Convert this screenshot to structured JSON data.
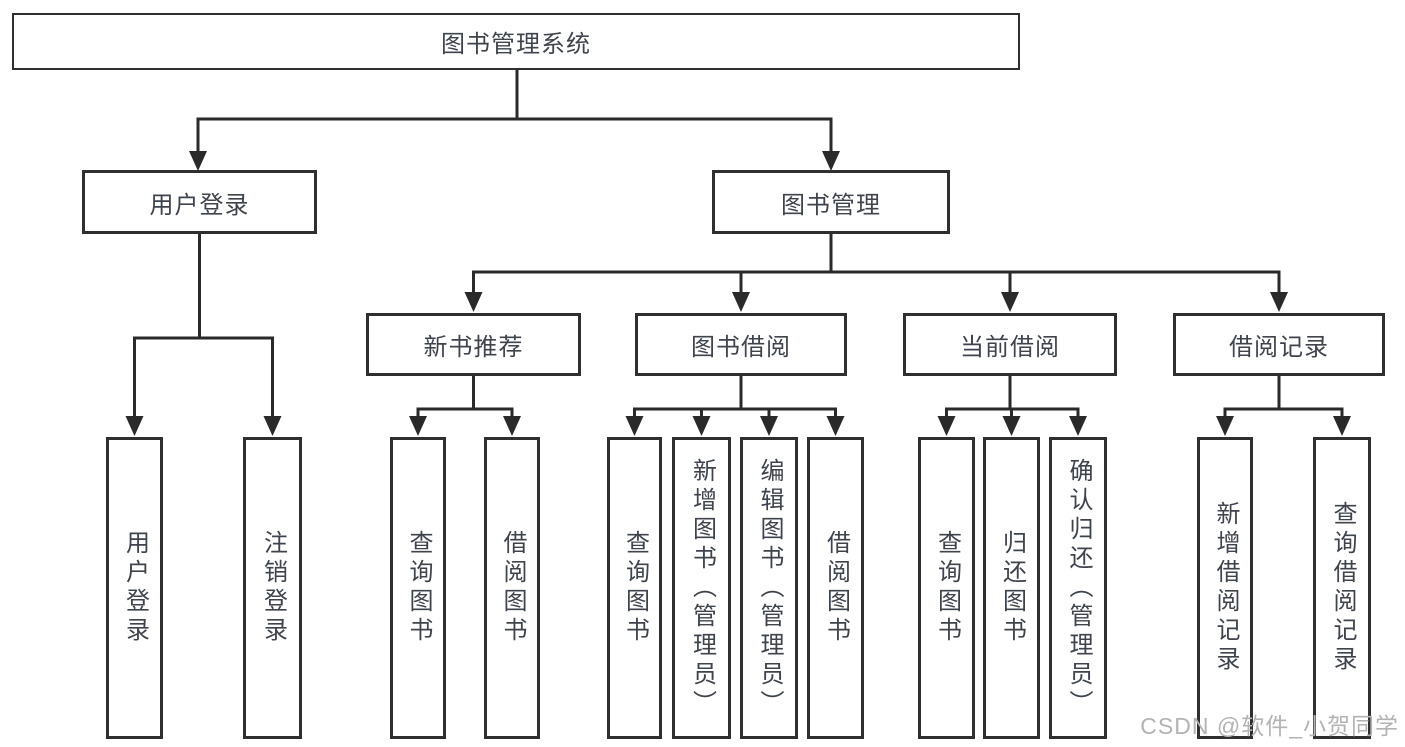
{
  "diagram": {
    "type": "function-structure-tree",
    "root": {
      "label": "图书管理系统"
    },
    "level2": [
      {
        "id": "user-login",
        "label": "用户登录"
      },
      {
        "id": "book-management",
        "label": "图书管理"
      }
    ],
    "level3": [
      {
        "id": "new-book-recommend",
        "label": "新书推荐"
      },
      {
        "id": "book-borrow",
        "label": "图书借阅"
      },
      {
        "id": "current-borrow",
        "label": "当前借阅"
      },
      {
        "id": "borrow-records",
        "label": "借阅记录"
      }
    ],
    "leaves": {
      "user_login": [
        "用户登录",
        "注销登录"
      ],
      "new_book_recommend": [
        "查询图书",
        "借阅图书"
      ],
      "book_borrow": [
        "查询图书",
        "新增图书（管理员）",
        "编辑图书（管理员）",
        "借阅图书"
      ],
      "current_borrow": [
        "查询图书",
        "归还图书",
        "确认归还（管理员）"
      ],
      "borrow_records": [
        "新增借阅记录",
        "查询借阅记录"
      ]
    },
    "colors": {
      "line": "#2a2a2a",
      "box_border": "#2f2f2f",
      "text": "#3f444c",
      "background": "#ffffff",
      "watermark": "#b3b3b3"
    }
  },
  "watermark": {
    "text": "CSDN @软件_小贺同学"
  }
}
